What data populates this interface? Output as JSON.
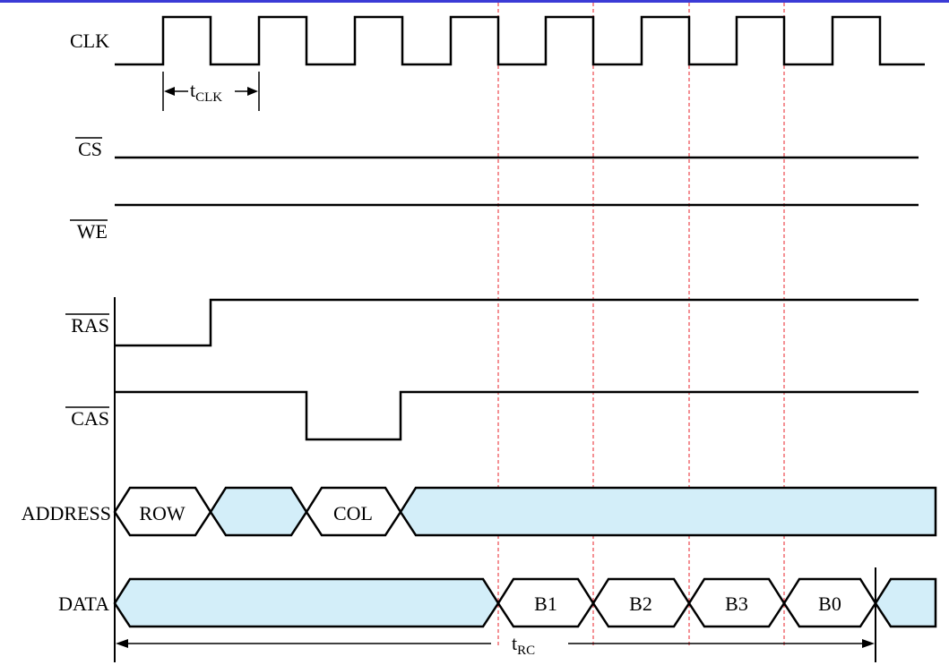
{
  "colors": {
    "top_border": "#3b3bd6",
    "signal": "#000000",
    "bus_fill": "#d3eef9",
    "guide": "#e8202a"
  },
  "signals": {
    "clk": "CLK",
    "cs": "CS",
    "we": "WE",
    "ras": "RAS",
    "cas": "CAS",
    "address": "ADDRESS",
    "data": "DATA"
  },
  "address_bus": {
    "segments": [
      "ROW",
      "",
      "COL",
      ""
    ]
  },
  "data_bus": {
    "segments": [
      "",
      "B1",
      "B2",
      "B3",
      "B0",
      ""
    ]
  },
  "timing": {
    "tclk_main": "t",
    "tclk_sub": "CLK",
    "trc_main": "t",
    "trc_sub": "RC"
  }
}
